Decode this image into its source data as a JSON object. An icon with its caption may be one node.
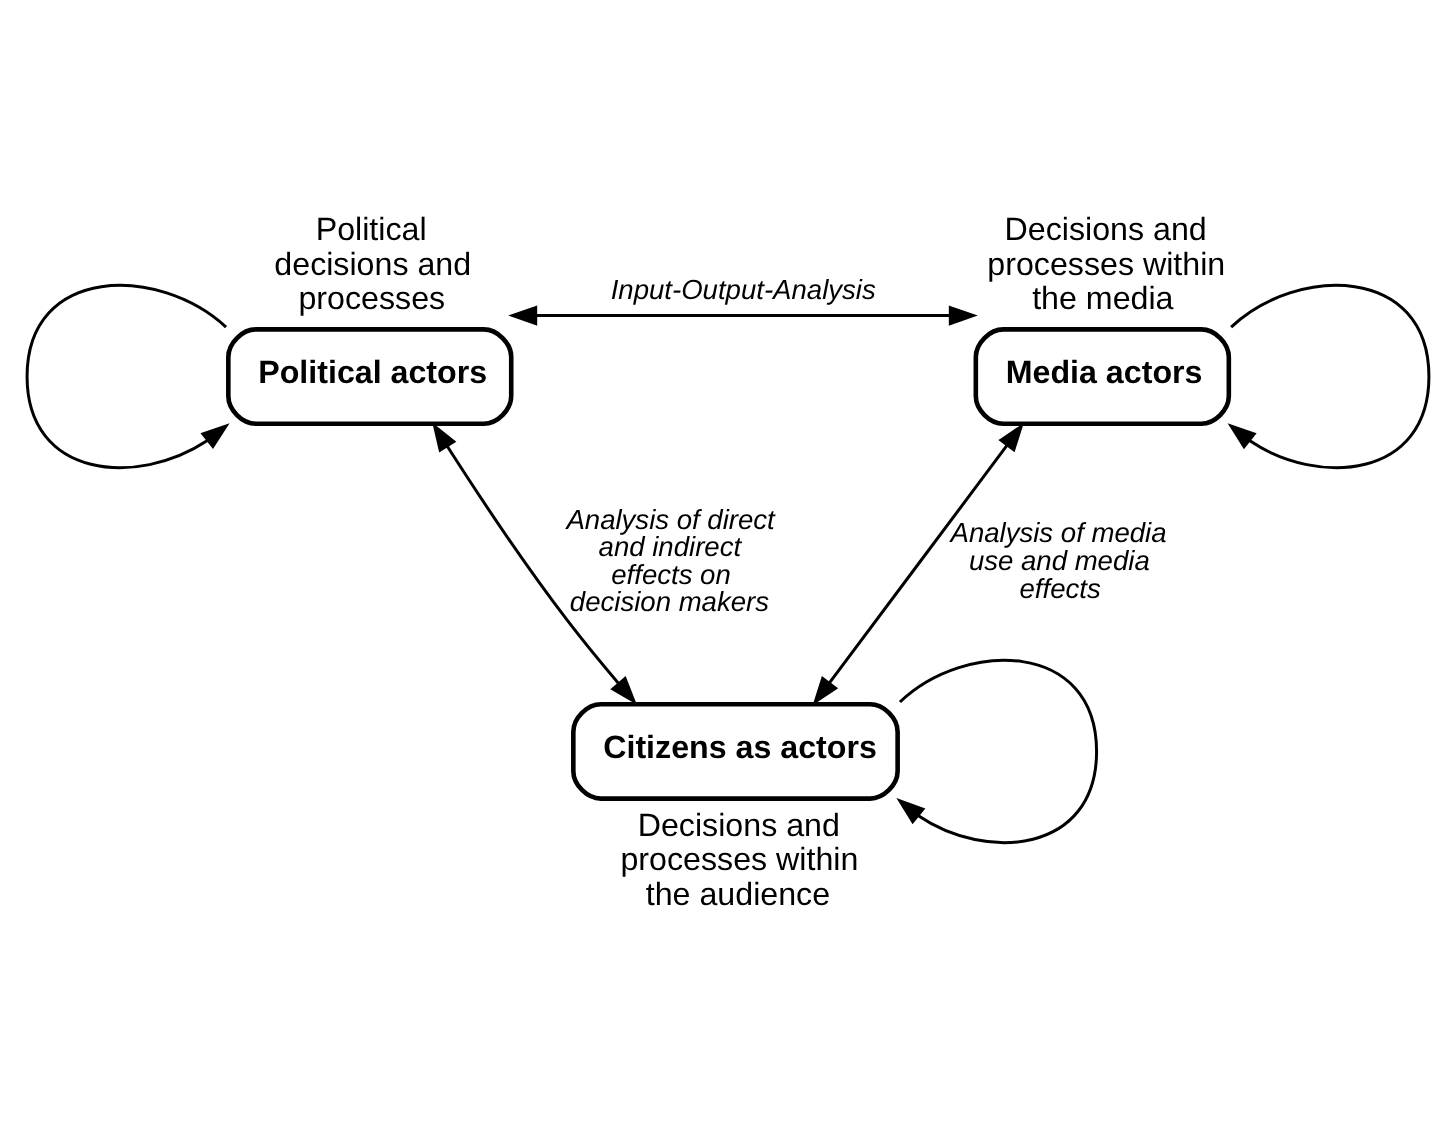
{
  "diagram": {
    "nodes": [
      {
        "text": [
          "Political actors"
        ],
        "beside": [
          "Political decisions and processes"
        ]
      },
      {
        "text": [
          "Media actors"
        ],
        "beside": [
          "Decisions and processes within the media"
        ]
      },
      {
        "text": [
          "Citizens as actors"
        ],
        "beside": [
          "Decisions and processes within the audience"
        ]
      }
    ],
    "edges": [
      {
        "from": 0,
        "to": 1,
        "arrow": "both",
        "label": "Input-Output-Analysis"
      },
      {
        "from": 1,
        "to": 2,
        "arrow": "both",
        "label": "Analysis of media use and media effects"
      },
      {
        "from": 2,
        "to": 0,
        "arrow": "both",
        "label": "Analysis of direct and indirect effects on decision makers"
      },
      {
        "from": 0,
        "to": 0,
        "arrow": "to"
      },
      {
        "from": 1,
        "to": 1,
        "arrow": "to"
      },
      {
        "from": 2,
        "to": 2,
        "arrow": "to"
      }
    ]
  }
}
